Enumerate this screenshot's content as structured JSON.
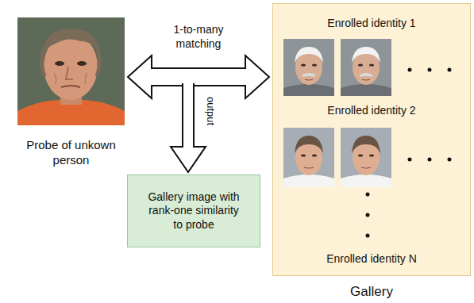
{
  "diagram": {
    "nodes": [
      {
        "text": [
          "Probe of unkown person"
        ]
      },
      {
        "text": [
          "Enrolled identity 1",
          "Enrolled identity 2",
          "Enrolled identity N",
          "Gallery"
        ]
      },
      {
        "text": [
          "Gallery image with rank-one similarity to probe"
        ]
      }
    ],
    "edges": [
      {
        "from": 0,
        "to": 1,
        "label": "1-to-many matching",
        "arrow": "both"
      }
    ],
    "labels": [
      "output"
    ]
  }
}
